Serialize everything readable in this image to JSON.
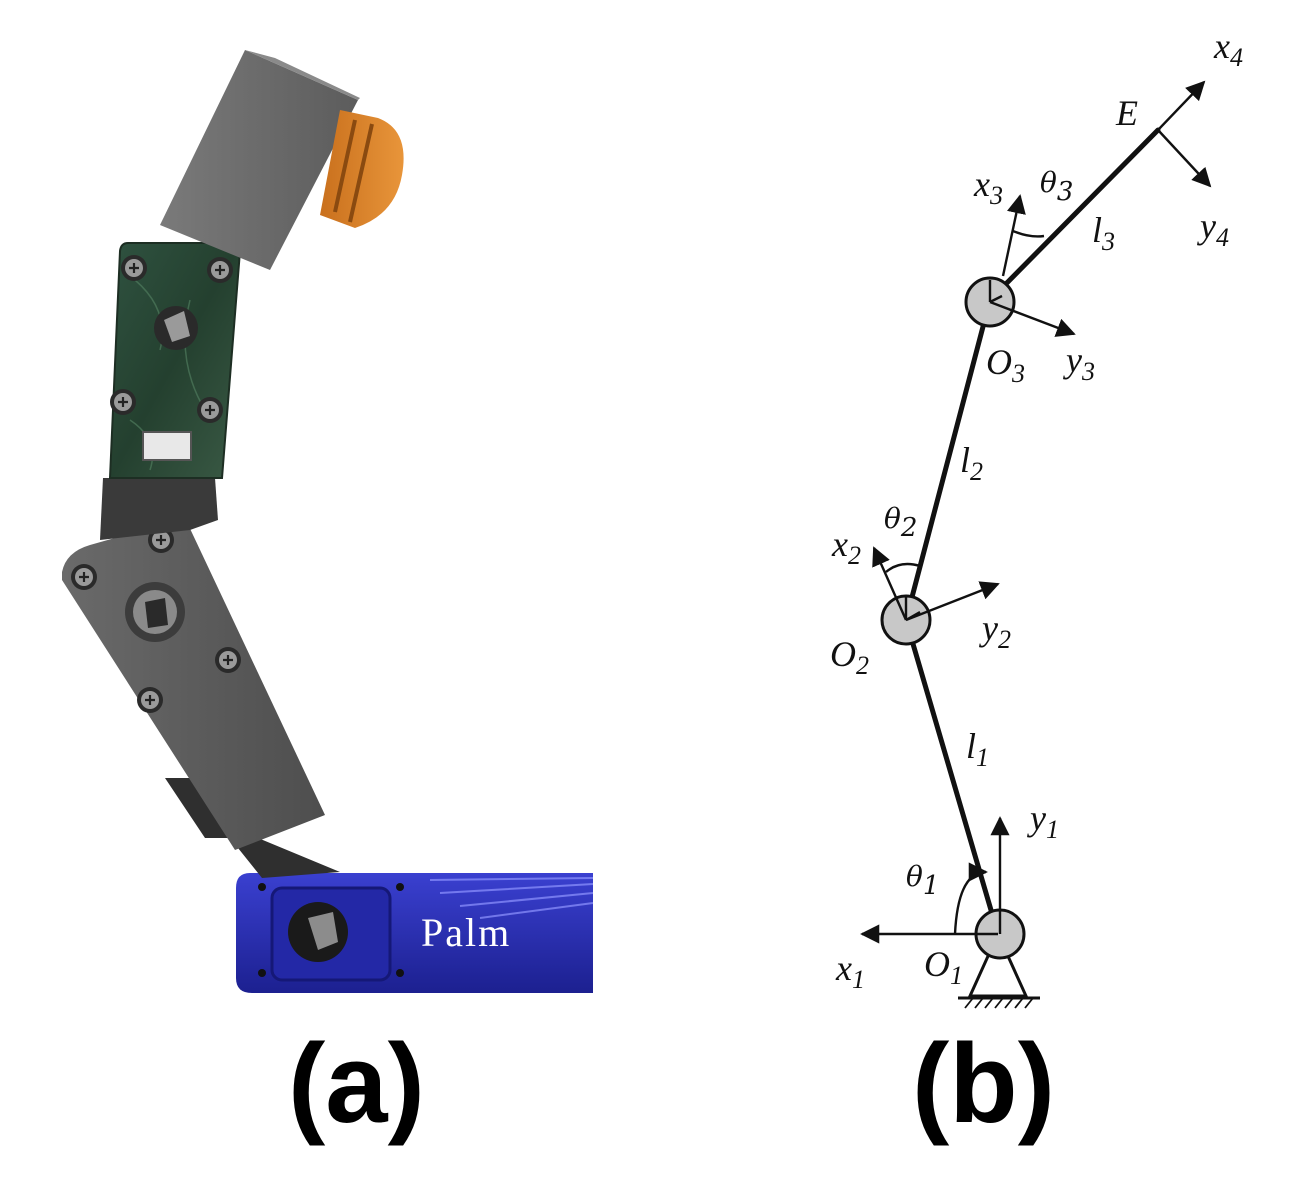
{
  "panel_a": {
    "caption": "(a)",
    "palm_label": "Palm",
    "colors": {
      "palm": "#2a2fb8",
      "pcb": "#2d4a38",
      "phalanx": "#5b5b5b",
      "tip": "#d9822b"
    }
  },
  "panel_b": {
    "caption": "(b)",
    "joints": {
      "o1": "O1",
      "o2": "O2",
      "o3": "O3",
      "end": "E"
    },
    "links": {
      "l1": "l1",
      "l2": "l2",
      "l3": "l3"
    },
    "angles": {
      "t1": "θ1",
      "t2": "θ2",
      "t3": "θ3"
    },
    "axes": {
      "x1": "x1",
      "y1": "y1",
      "x2": "x2",
      "y2": "y2",
      "x3": "x3",
      "y3": "y3",
      "x4": "x4",
      "y4": "y4"
    }
  }
}
